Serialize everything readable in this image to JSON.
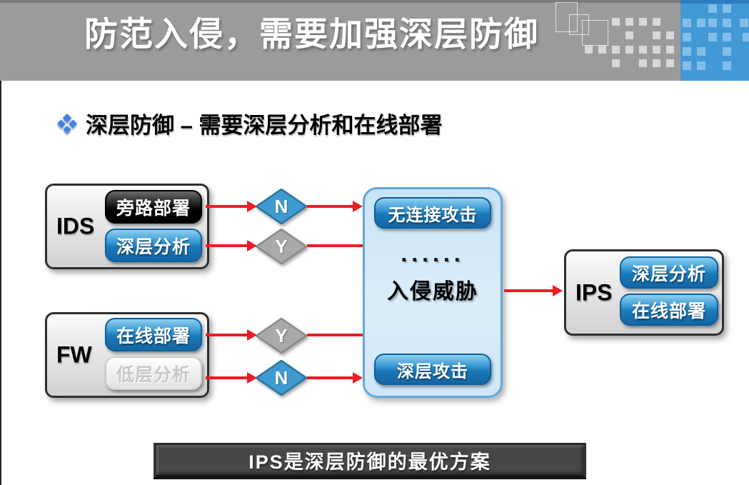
{
  "header": {
    "title": "防范入侵，需要加强深层防御"
  },
  "subtitle": {
    "text": "深层防御 – 需要深层分析和在线部署"
  },
  "diagram": {
    "ids": {
      "label": "IDS",
      "pill_top": "旁路部署",
      "pill_bottom": "深层分析"
    },
    "fw": {
      "label": "FW",
      "pill_top": "在线部署",
      "pill_bottom": "低层分析"
    },
    "decisions": [
      {
        "label": "N"
      },
      {
        "label": "Y"
      },
      {
        "label": "Y"
      },
      {
        "label": "N"
      }
    ],
    "threat": {
      "pill_top": "无连接攻击",
      "dots": "......",
      "label": "入侵威胁",
      "pill_bottom": "深层攻击"
    },
    "ips": {
      "label": "IPS",
      "pill_top": "深层分析",
      "pill_bottom": "在线部署"
    }
  },
  "footer": {
    "banner": "IPS是深层防御的最优方案"
  },
  "colors": {
    "header_gray": "#9b9b9b",
    "accent_blue": "#4399d6",
    "arrow_red": "#ec1c24",
    "pill_blue": "#1c79b8",
    "threat_box_fill": "#d0e7f8"
  }
}
